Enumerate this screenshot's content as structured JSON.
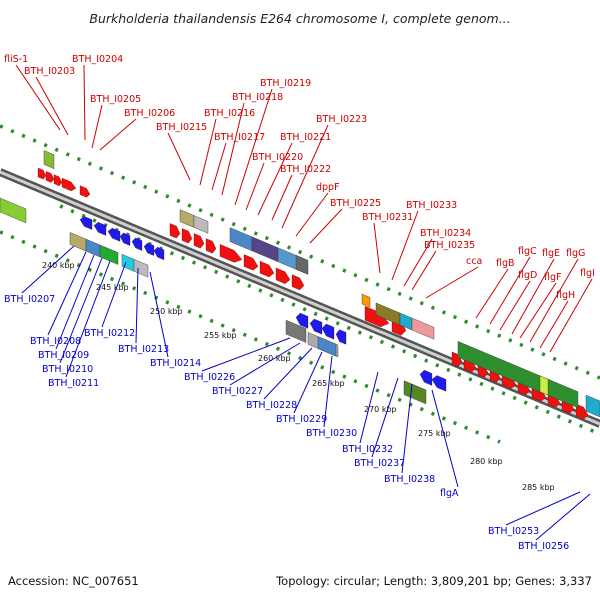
{
  "title": "Burkholderia thailandensis E264 chromosome I, complete genom...",
  "footer": {
    "accession": "Accession: NC_007651",
    "summary": "Topology: circular; Length: 3,809,201 bp; Genes: 3,337"
  },
  "colors": {
    "forward_label": "#cc0000",
    "reverse_label": "#0000cc",
    "forward_feature": "#ee1111",
    "reverse_feature": "#1c1cee",
    "backbone": "#8a8a8a",
    "dotted_track": "#2e8b2e"
  },
  "scale_labels": [
    "240 kbp",
    "245 kbp",
    "250 kbp",
    "255 kbp",
    "260 kbp",
    "265 kbp",
    "270 kbp",
    "275 kbp",
    "280 kbp",
    "285 kbp"
  ],
  "forward_genes": [
    "fliS-1",
    "BTH_I0203",
    "BTH_I0204",
    "BTH_I0205",
    "BTH_I0206",
    "BTH_I0215",
    "BTH_I0216",
    "BTH_I0217",
    "BTH_I0218",
    "BTH_I0219",
    "BTH_I0220",
    "BTH_I0221",
    "BTH_I0222",
    "BTH_I0223",
    "dppF",
    "BTH_I0225",
    "BTH_I0231",
    "BTH_I0233",
    "BTH_I0234",
    "BTH_I0235",
    "cca",
    "flgB",
    "flgC",
    "flgD",
    "flgE",
    "flgF",
    "flgG",
    "flgH",
    "flgI"
  ],
  "reverse_genes": [
    "BTH_I0207",
    "BTH_I0208",
    "BTH_I0209",
    "BTH_I0210",
    "BTH_I0211",
    "BTH_I0212",
    "BTH_I0213",
    "BTH_I0214",
    "BTH_I0226",
    "BTH_I0227",
    "BTH_I0228",
    "BTH_I0229",
    "BTH_I0230",
    "BTH_I0232",
    "BTH_I0237",
    "BTH_I0238",
    "flgA",
    "BTH_I0253",
    "BTH_I0256"
  ]
}
